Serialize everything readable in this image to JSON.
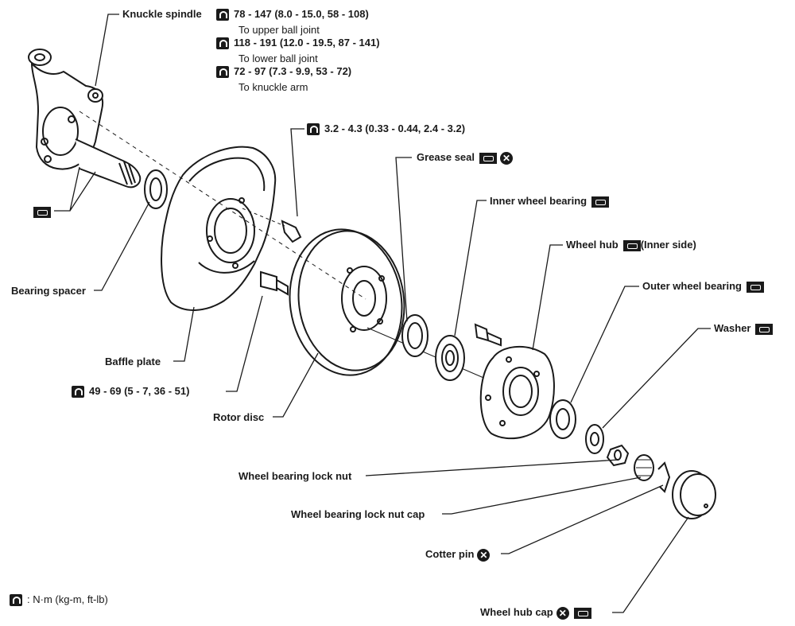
{
  "labels": {
    "knuckle_spindle": "Knuckle spindle",
    "torque_upper": "78 - 147 (8.0 - 15.0, 58 - 108)",
    "torque_upper_sub": "To upper ball joint",
    "torque_lower": "118 - 191 (12.0 - 19.5, 87 - 141)",
    "torque_lower_sub": "To lower ball joint",
    "torque_arm": "72 - 97 (7.3 - 9.9, 53 - 72)",
    "torque_arm_sub": "To knuckle arm",
    "torque_baffle_bolt": "3.2 - 4.3 (0.33 - 0.44, 2.4 - 3.2)",
    "grease_seal": "Grease seal",
    "inner_wheel_bearing": "Inner wheel bearing",
    "wheel_hub": "Wheel hub",
    "wheel_hub_inner": "(Inner side)",
    "outer_wheel_bearing": "Outer wheel bearing",
    "washer": "Washer",
    "bearing_spacer": "Bearing spacer",
    "baffle_plate": "Baffle plate",
    "torque_caliper": "49 - 69 (5 - 7, 36 - 51)",
    "rotor_disc": "Rotor disc",
    "lock_nut": "Wheel bearing lock nut",
    "lock_nut_cap": "Wheel bearing lock nut cap",
    "cotter_pin": "Cotter pin",
    "wheel_hub_cap": "Wheel hub cap",
    "legend_units": ": N·m (kg-m, ft-lb)"
  },
  "icons": {
    "torque": "torque-wrench-icon",
    "grease": "grease-icon",
    "replace": "replace-x-icon"
  }
}
